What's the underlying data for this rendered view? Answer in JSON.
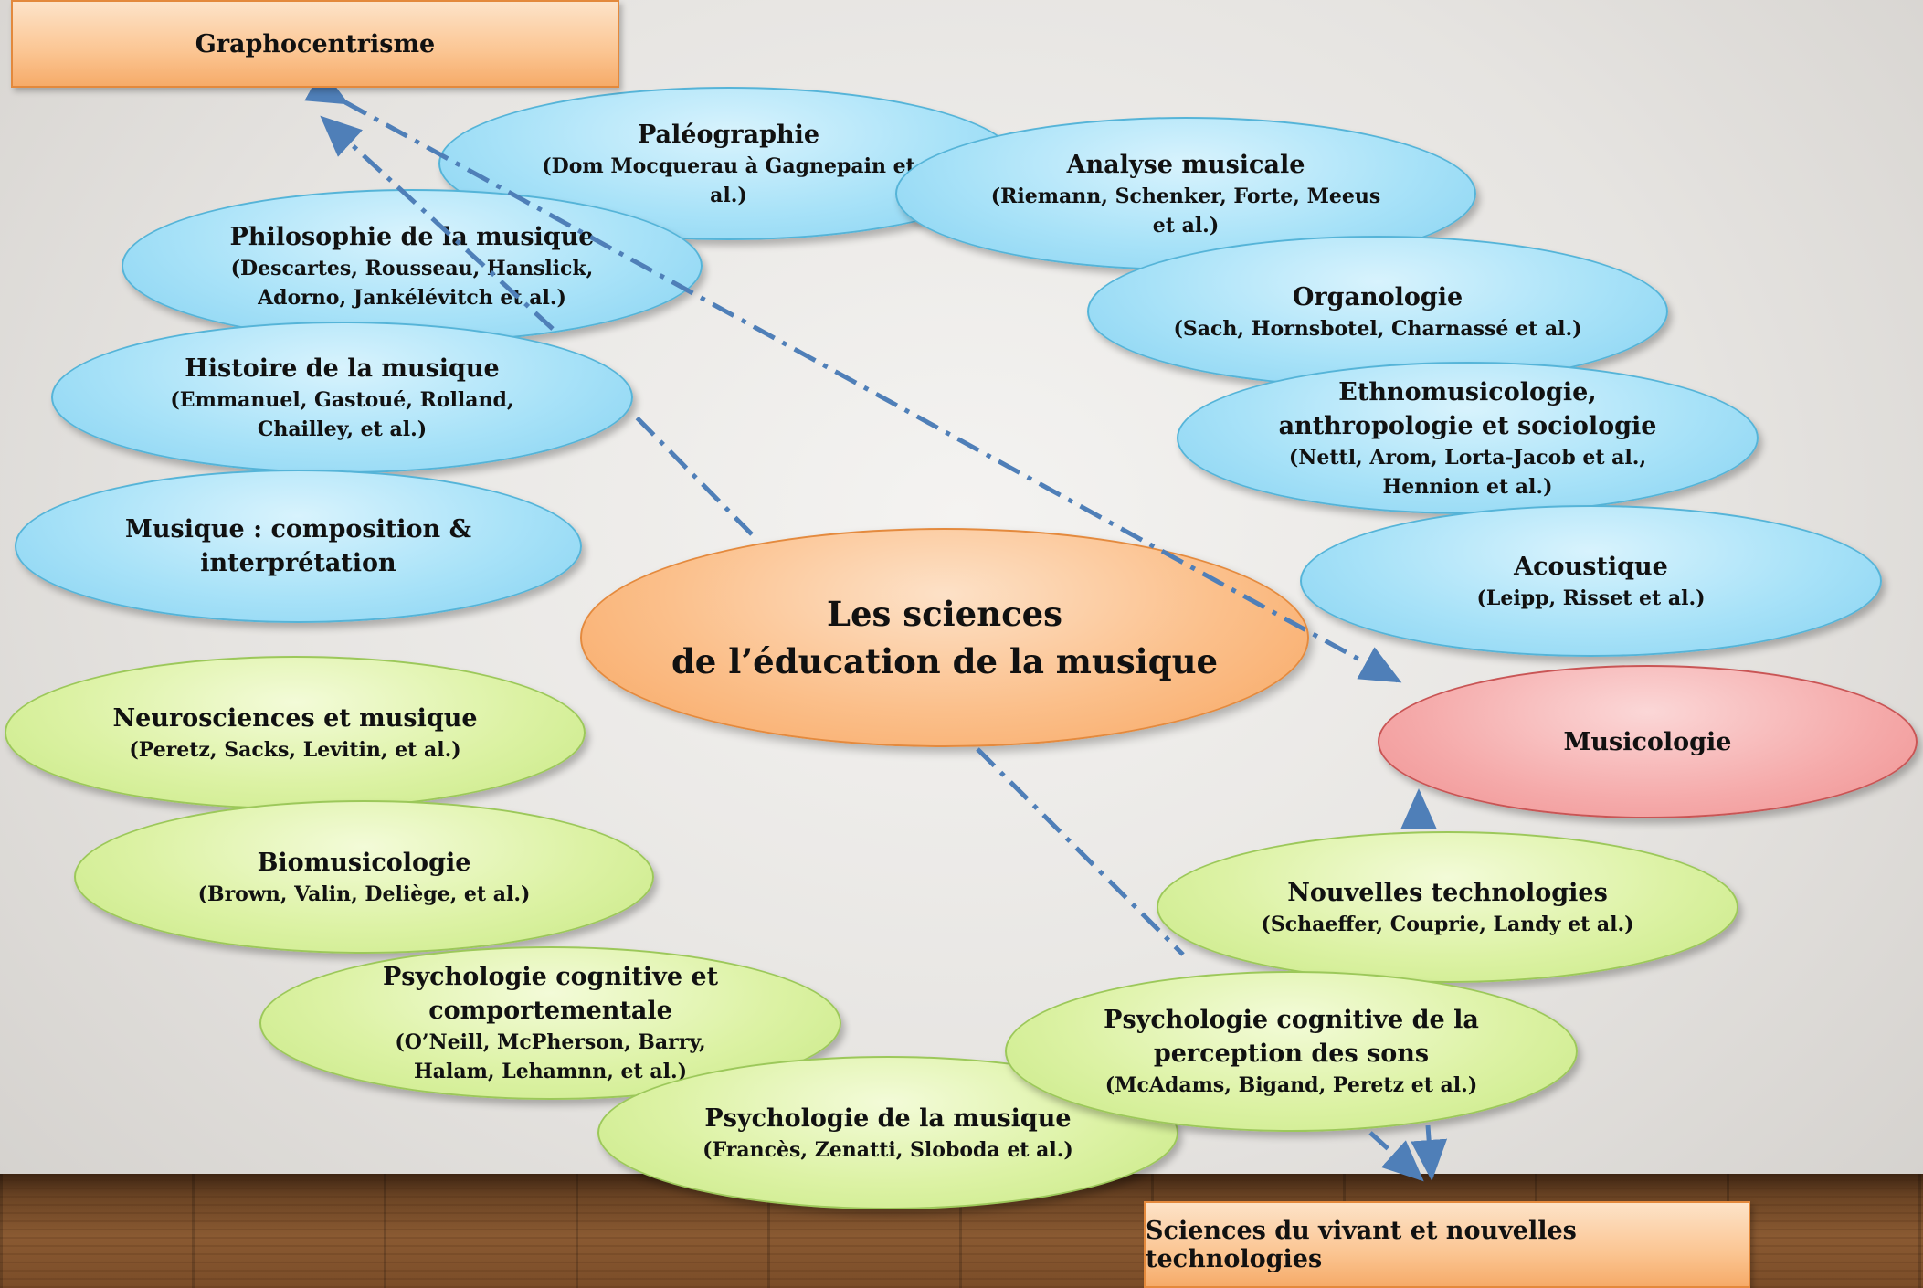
{
  "colors": {
    "blue_fill": "#a8e2f8",
    "green_fill": "#dcf2a4",
    "orange_fill": "#fbbf8a",
    "red_fill": "#f5aaaa",
    "arrow": "#4f7fb8"
  },
  "boxes": {
    "graphocentrisme": "Graphocentrisme",
    "sciences_vivant": "Sciences du vivant et nouvelles technologies"
  },
  "center": {
    "line1": "Les sciences",
    "line2": "de l’éducation de la musique"
  },
  "musicologie": "Musicologie",
  "blue_nodes": [
    {
      "title": "Paléographie",
      "sub1": "(Dom Mocquerau à Gagnepain et",
      "sub2": "al.)"
    },
    {
      "title": "Analyse musicale",
      "sub1": "(Riemann, Schenker, Forte, Meeus",
      "sub2": "et al.)"
    },
    {
      "title": "Philosophie de la musique",
      "sub1": "(Descartes, Rousseau, Hanslick,",
      "sub2": "Adorno, Jankélévitch et al.)"
    },
    {
      "title": "Organologie",
      "sub1": "(Sach, Hornsbotel, Charnassé et al.)"
    },
    {
      "title": "Histoire de la musique",
      "sub1": "(Emmanuel, Gastoué, Rolland,",
      "sub2": "Chailley, et al.)"
    },
    {
      "title": "Ethnomusicologie,",
      "title2": "anthropologie et sociologie",
      "sub1": "(Nettl, Arom, Lorta-Jacob et al.,",
      "sub2": "Hennion et al.)"
    },
    {
      "title": "Musique : composition &",
      "title2": "interprétation"
    },
    {
      "title": "Acoustique",
      "sub1": "(Leipp, Risset et al.)"
    }
  ],
  "green_nodes": [
    {
      "title": "Neurosciences et musique",
      "sub1": "(Peretz, Sacks, Levitin, et al.)"
    },
    {
      "title": "Biomusicologie",
      "sub1": "(Brown, Valin, Deliège, et al.)"
    },
    {
      "title": "Psychologie cognitive et",
      "title2": "comportementale",
      "sub1": "(O’Neill, McPherson, Barry,",
      "sub2": "Halam, Lehamnn, et al.)"
    },
    {
      "title": "Nouvelles technologies",
      "sub1": "(Schaeffer, Couprie, Landy  et al.)"
    },
    {
      "title": "Psychologie cognitive de la",
      "title2": "perception des sons",
      "sub1": "(McAdams, Bigand, Peretz et al.)"
    },
    {
      "title": "Psychologie de la musique",
      "sub1": "(Francès, Zenatti, Sloboda et al.)"
    }
  ]
}
